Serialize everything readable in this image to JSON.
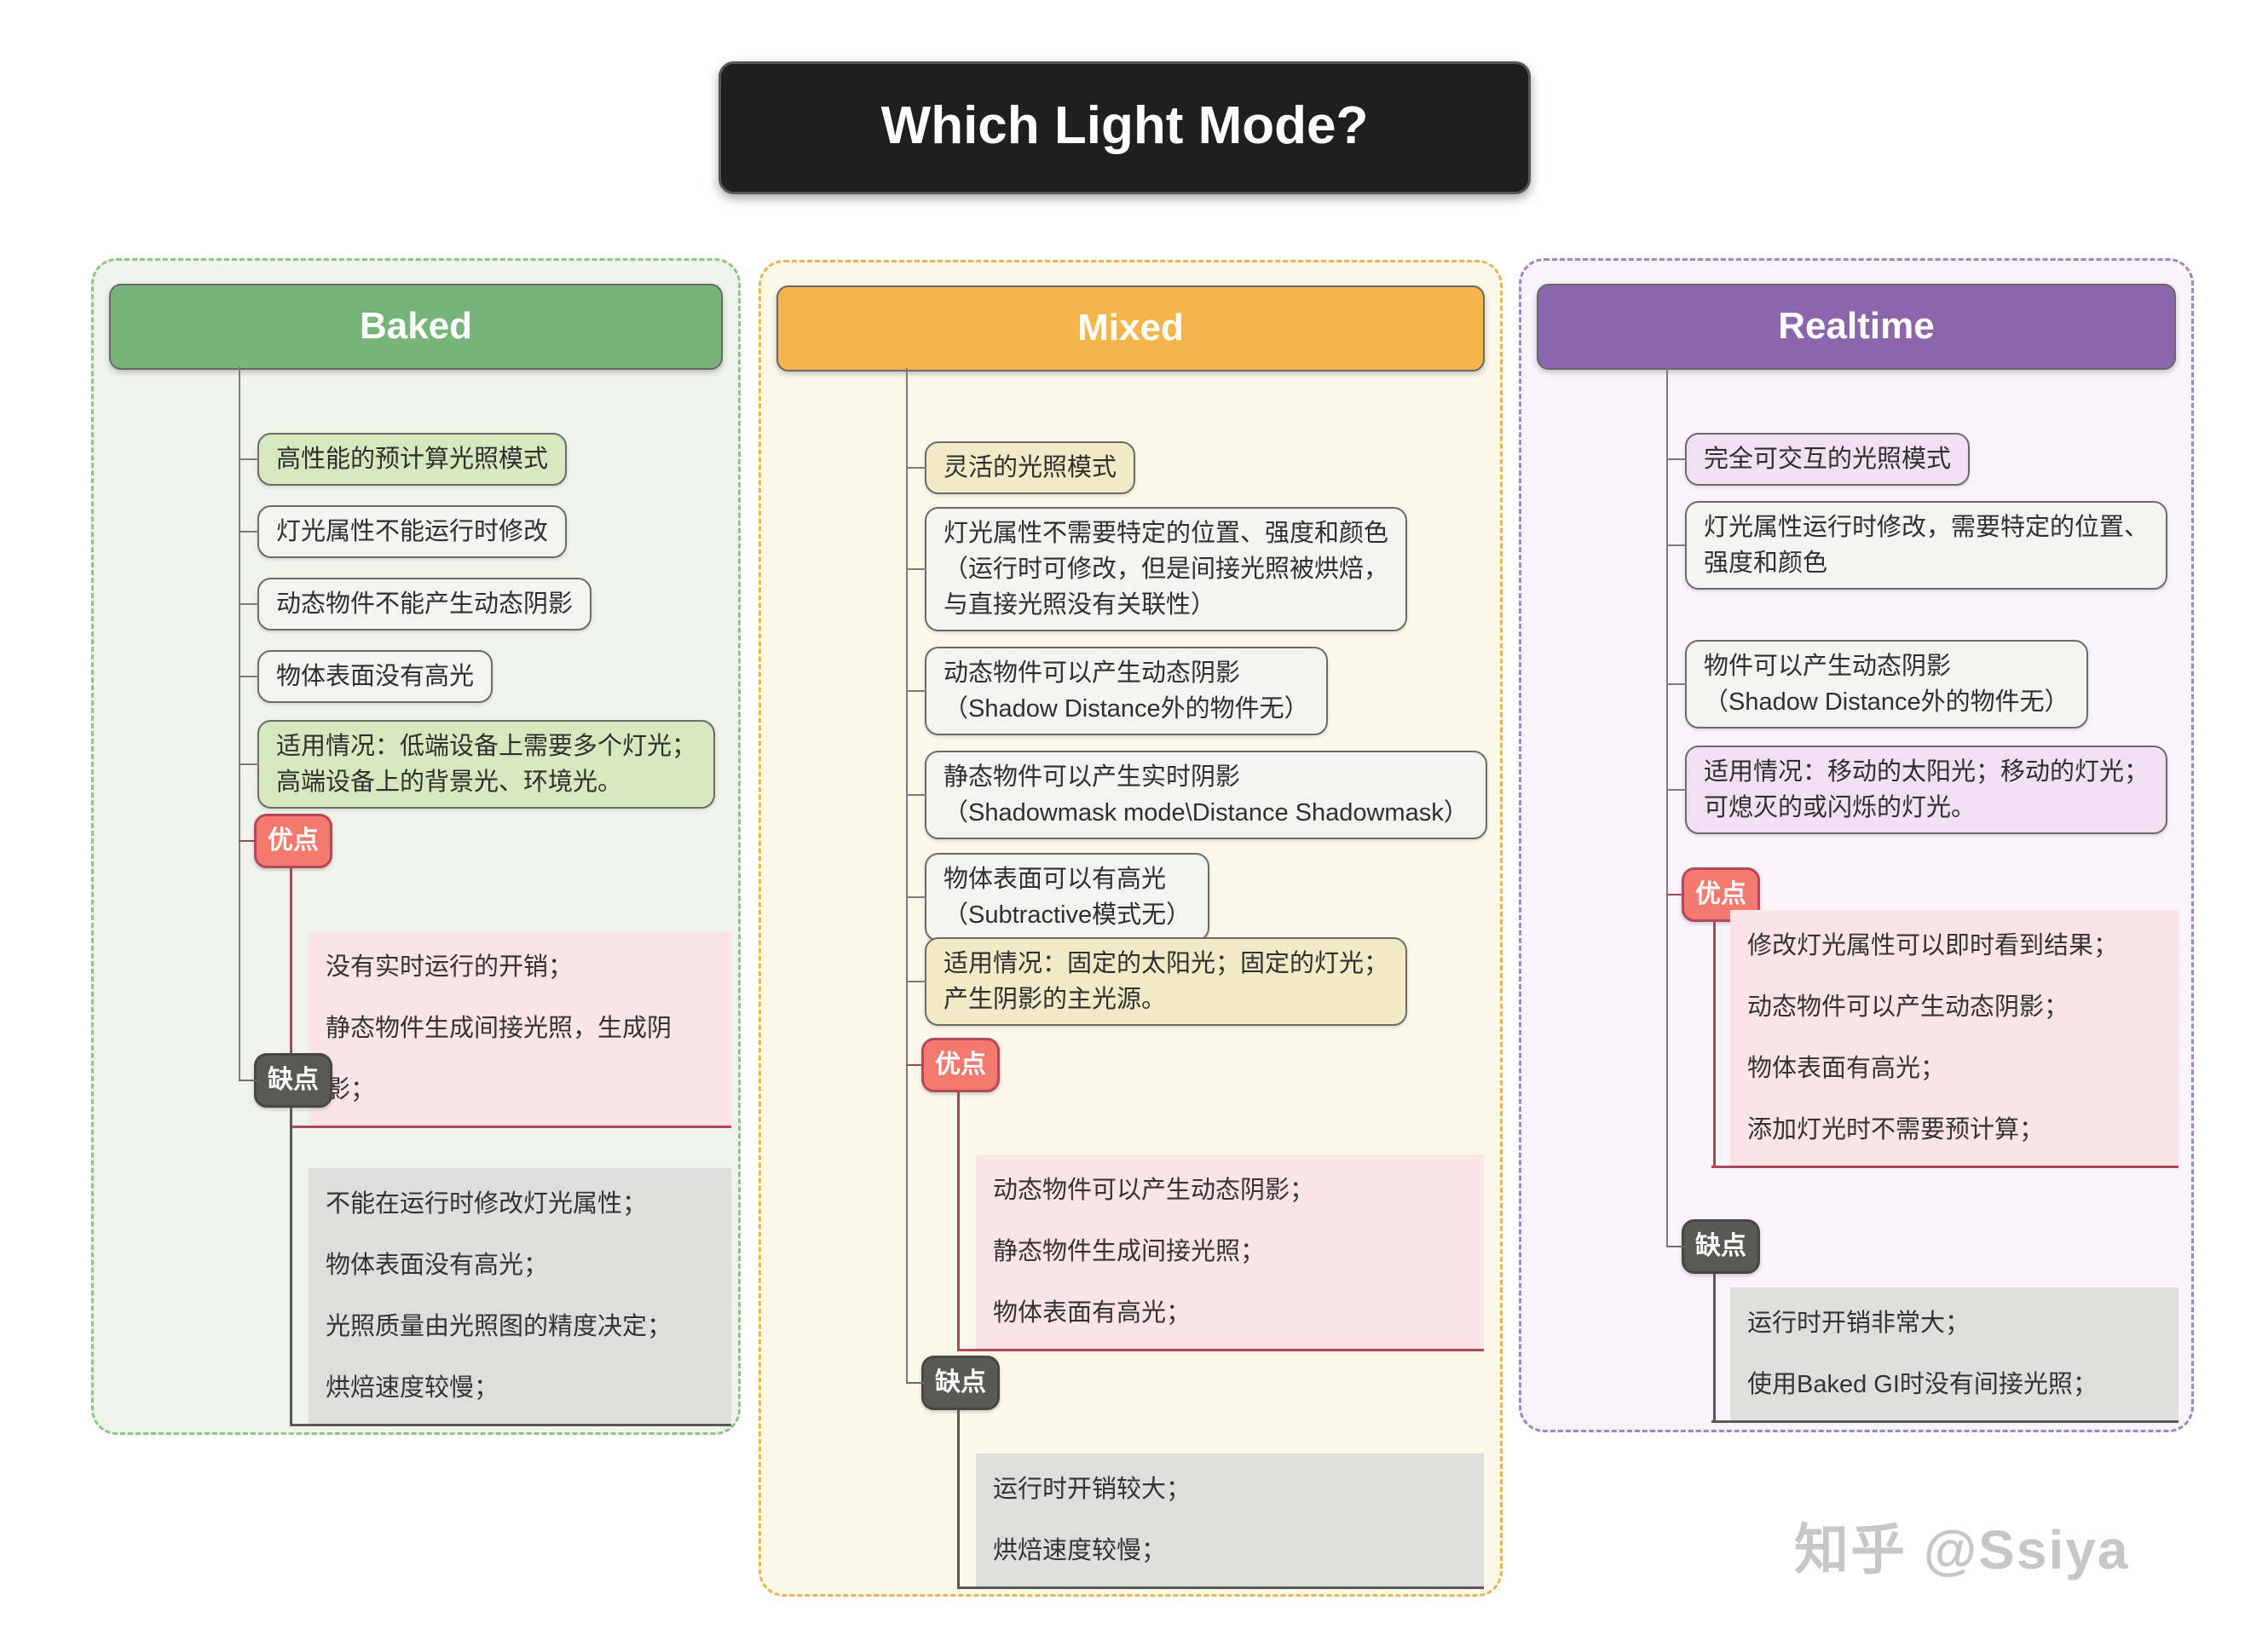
{
  "title": "Which Light Mode?",
  "watermark": "知乎 @Ssiya",
  "palette": {
    "title_bg": "#1f1f1f",
    "pro_badge_bg": "#f4796f",
    "pro_badge_border": "#b5485a",
    "con_badge_bg": "#595955",
    "pro_content_bg": "#fbe4e8",
    "con_content_bg": "#dededd",
    "watermark_color": "#c7c7c7"
  },
  "columns": [
    {
      "label": "Baked",
      "header_color": "#76b577",
      "container_bg": "#eff3ea",
      "dash_color": "#8fc487",
      "accent_bg": "#d8e8be",
      "items": [
        {
          "text": "高性能的预计算光照模式"
        },
        {
          "text": "灯光属性不能运行时修改"
        },
        {
          "text": "动态物件不能产生动态阴影"
        },
        {
          "text": "物体表面没有高光"
        },
        {
          "text": "适用情况：低端设备上需要多个灯光；\n高端设备上的背景光、环境光。"
        }
      ],
      "pros_label": "优点",
      "pros_text": "没有实时运行的开销；\n静态物件生成间接光照，生成阴影；",
      "cons_label": "缺点",
      "cons_text": "不能在运行时修改灯光属性；\n物体表面没有高光；\n光照质量由光照图的精度决定；\n烘焙速度较慢；"
    },
    {
      "label": "Mixed",
      "header_color": "#f4b64a",
      "container_bg": "#fbf8e9",
      "dash_color": "#e4b851",
      "accent_bg": "#f0eac7",
      "items": [
        {
          "text": "灵活的光照模式"
        },
        {
          "text": "灯光属性不需要特定的位置、强度和颜色\n（运行时可修改，但是间接光照被烘焙，\n与直接光照没有关联性）"
        },
        {
          "text": "动态物件可以产生动态阴影\n（Shadow Distance外的物件无）"
        },
        {
          "text": "静态物件可以产生实时阴影\n（Shadowmask mode\\Distance Shadowmask）"
        },
        {
          "text": "物体表面可以有高光\n（Subtractive模式无）"
        },
        {
          "text": "适用情况：固定的太阳光；固定的灯光；\n产生阴影的主光源。"
        }
      ],
      "pros_label": "优点",
      "pros_text": "动态物件可以产生动态阴影；\n静态物件生成间接光照；\n物体表面有高光；",
      "cons_label": "缺点",
      "cons_text": "运行时开销较大；\n烘焙速度较慢；"
    },
    {
      "label": "Realtime",
      "header_color": "#8c66ac",
      "container_bg": "#f9f4fb",
      "dash_color": "#a183c2",
      "accent_bg": "#f0e0f2",
      "items": [
        {
          "text": "完全可交互的光照模式"
        },
        {
          "text": "灯光属性运行时修改，需要特定的位置、\n强度和颜色"
        },
        {
          "text": "物件可以产生动态阴影\n（Shadow Distance外的物件无）"
        },
        {
          "text": "适用情况：移动的太阳光；移动的灯光；\n可熄灭的或闪烁的灯光。"
        }
      ],
      "pros_label": "优点",
      "pros_text": "修改灯光属性可以即时看到结果；\n动态物件可以产生动态阴影；\n物体表面有高光；\n添加灯光时不需要预计算；",
      "cons_label": "缺点",
      "cons_text": "运行时开销非常大；\n使用Baked GI时没有间接光照；"
    }
  ]
}
